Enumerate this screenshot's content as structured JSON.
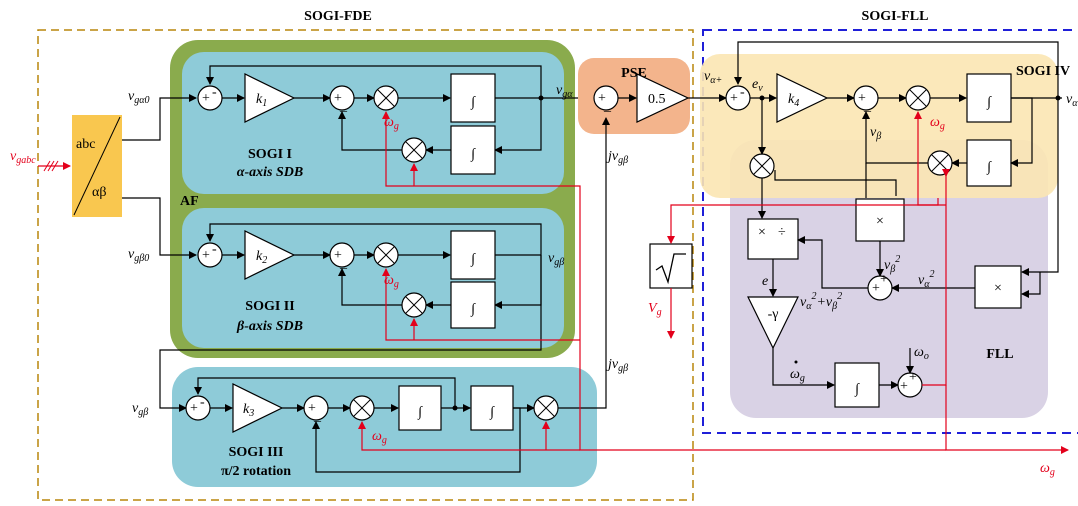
{
  "titles": {
    "fde": "SOGI-FDE",
    "fll_top": "SOGI-FLL",
    "pse": "PSE",
    "af": "AF",
    "fll": "FLL"
  },
  "blocks": {
    "sogi1": {
      "name": "SOGI I",
      "sub": "α-axis SDB"
    },
    "sogi2": {
      "name": "SOGI II",
      "sub": "β-axis SDB"
    },
    "sogi3": {
      "name": "SOGI III",
      "sub": "π/2 rotation"
    },
    "sogi4": {
      "name": "SOGI IV"
    },
    "abc": "abc",
    "ab": "αβ",
    "k1": "k",
    "k1_sub": "1",
    "k2": "k",
    "k2_sub": "2",
    "k3": "k",
    "k3_sub": "3",
    "k4": "k",
    "k4_sub": "4",
    "gain_pse": "0.5",
    "gamma": "-γ",
    "integral": "∫",
    "mult": "×",
    "div": "÷"
  },
  "signals": {
    "vgabc": "v",
    "vgabc_sub": "gabc",
    "vga0": "v",
    "vga0_sub": "gα0",
    "vgb0": "v",
    "vgb0_sub": "gβ0",
    "vga": "v",
    "vga_sub": "gα",
    "vgb_prime": "v",
    "vgb_prime_sub": "gβ",
    "jvgb": "jv",
    "jvgb_sub": "gβ",
    "va_plus": "v",
    "va_plus_sub": "α+",
    "ev": "e",
    "ev_sub": "v",
    "vb": "v",
    "vb_sub": "β",
    "vb2": "v",
    "vb2_sub": "β",
    "va2": "v",
    "va2_sub": "α",
    "sum_sq": "v",
    "e": "e",
    "omega": "ω",
    "omega_sub": "g",
    "omega_o": "ω",
    "omega_o_sub": "o",
    "Vg": "V",
    "Vg_sub": "g",
    "va_out": "v",
    "va_out_sub": "α"
  },
  "colors": {
    "green": "#8aab4d",
    "blue": "#8ecbd8",
    "orange": "#f3b48c",
    "yellow": "#fbe6b2",
    "purple": "#d9d2e5",
    "transform": "#f9c74f",
    "signal_red": "#e3001b",
    "fde_border": "#b8860b",
    "fll_border": "#1f1fd8"
  }
}
